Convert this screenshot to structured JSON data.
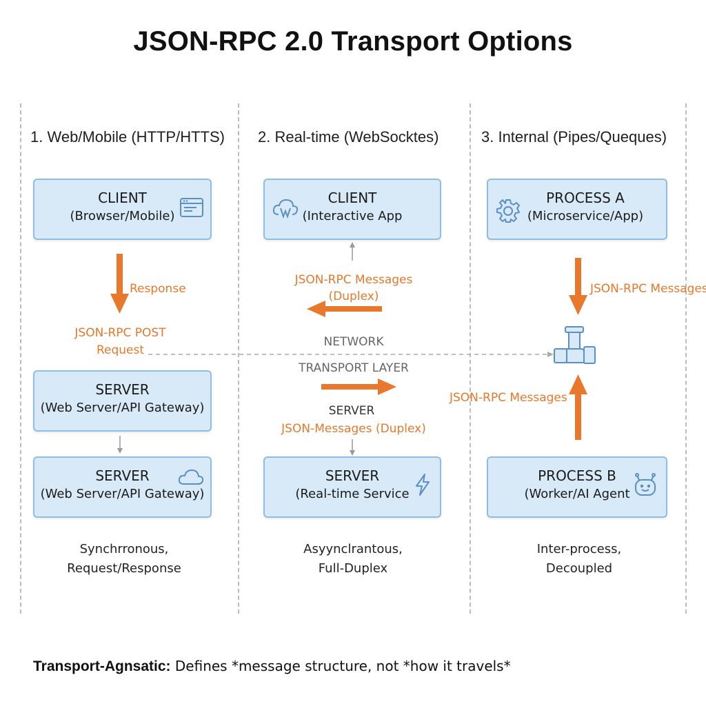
{
  "title": "JSON-RPC 2.0 Transport Options",
  "columns": [
    {
      "heading": "1. Web/Mobile (HTTP/HTTS)",
      "top_box": {
        "title": "CLIENT",
        "subtitle": "(Browser/Mobile)",
        "icon": "browser-window-icon"
      },
      "arrow_label": "Response",
      "request_label_line1": "JSON-RPC POST",
      "request_label_line2": "Request",
      "mid_box": {
        "title": "SERVER",
        "subtitle": "(Web Server/API Gateway)"
      },
      "bottom_box": {
        "title": "SERVER",
        "subtitle": "(Web Server/API Gateway)",
        "icon": "cloud-icon"
      },
      "note_line1": "Synchrronous,",
      "note_line2": "Request/Response"
    },
    {
      "heading": "2. Real-time (WebSocktes)",
      "top_box": {
        "title": "CLIENT",
        "subtitle": "(Interactive App",
        "icon": "cloud-w-icon"
      },
      "messages_line1": "JSON-RPC Messages",
      "messages_line2": "(Duplex)",
      "network_label": "NETWORK",
      "transport_label": "TRANSPORT LAYER",
      "server_label": "SERVER",
      "json_messages_duplex": "JSON-Messages (Duplex)",
      "bottom_box": {
        "title": "SERVER",
        "subtitle": "(Real-time Service",
        "icon": "lightning-icon"
      },
      "note_line1": "Asyynclrantous,",
      "note_line2": "Full-Duplex"
    },
    {
      "heading": "3. Internal (Pipes/Queques)",
      "top_box": {
        "title": "PROCESS A",
        "subtitle": "(Microservice/App)",
        "icon": "gear-icon"
      },
      "messages_top": "JSON-RPC Messages",
      "messages_bottom": "JSON-RPC Messages",
      "pipe_icon": "pipe-icon",
      "bottom_box": {
        "title": "PROCESS B",
        "subtitle": "(Worker/AI Agent",
        "icon": "robot-icon"
      },
      "note_line1": "Inter-process,",
      "note_line2": "Decoupled"
    }
  ],
  "footer": {
    "bold": "Transport-Agnsatic:",
    "text": " Defines *message structure, not *how it travels*"
  },
  "colors": {
    "box_fill": "#d8e9f7",
    "box_border": "#8fbde3",
    "accent_orange": "#e8782b",
    "icon_blue": "#5b8fc7",
    "divider_gray": "#bcbcbc"
  }
}
